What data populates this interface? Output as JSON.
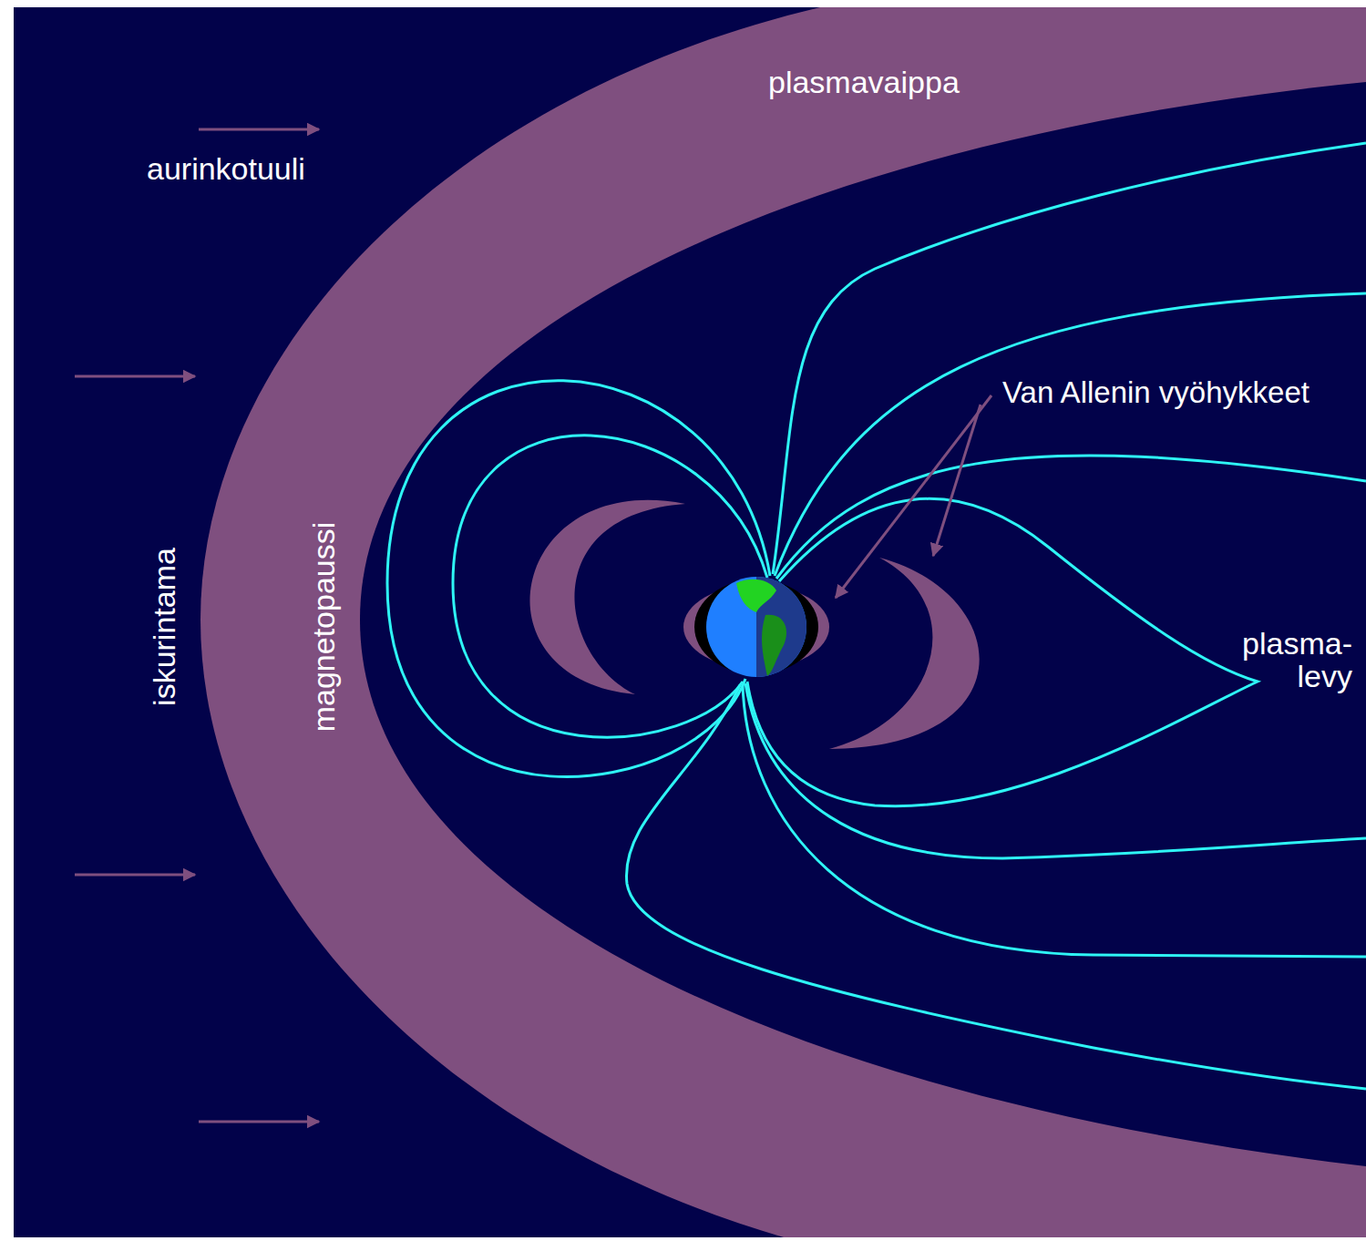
{
  "diagram": {
    "labels": [
      "plasmavaippa",
      "aurinkotuuli",
      "Van Allenin vyöhykkeet",
      "iskurintama",
      "magnetopaussi",
      "plasma- levy"
    ]
  }
}
